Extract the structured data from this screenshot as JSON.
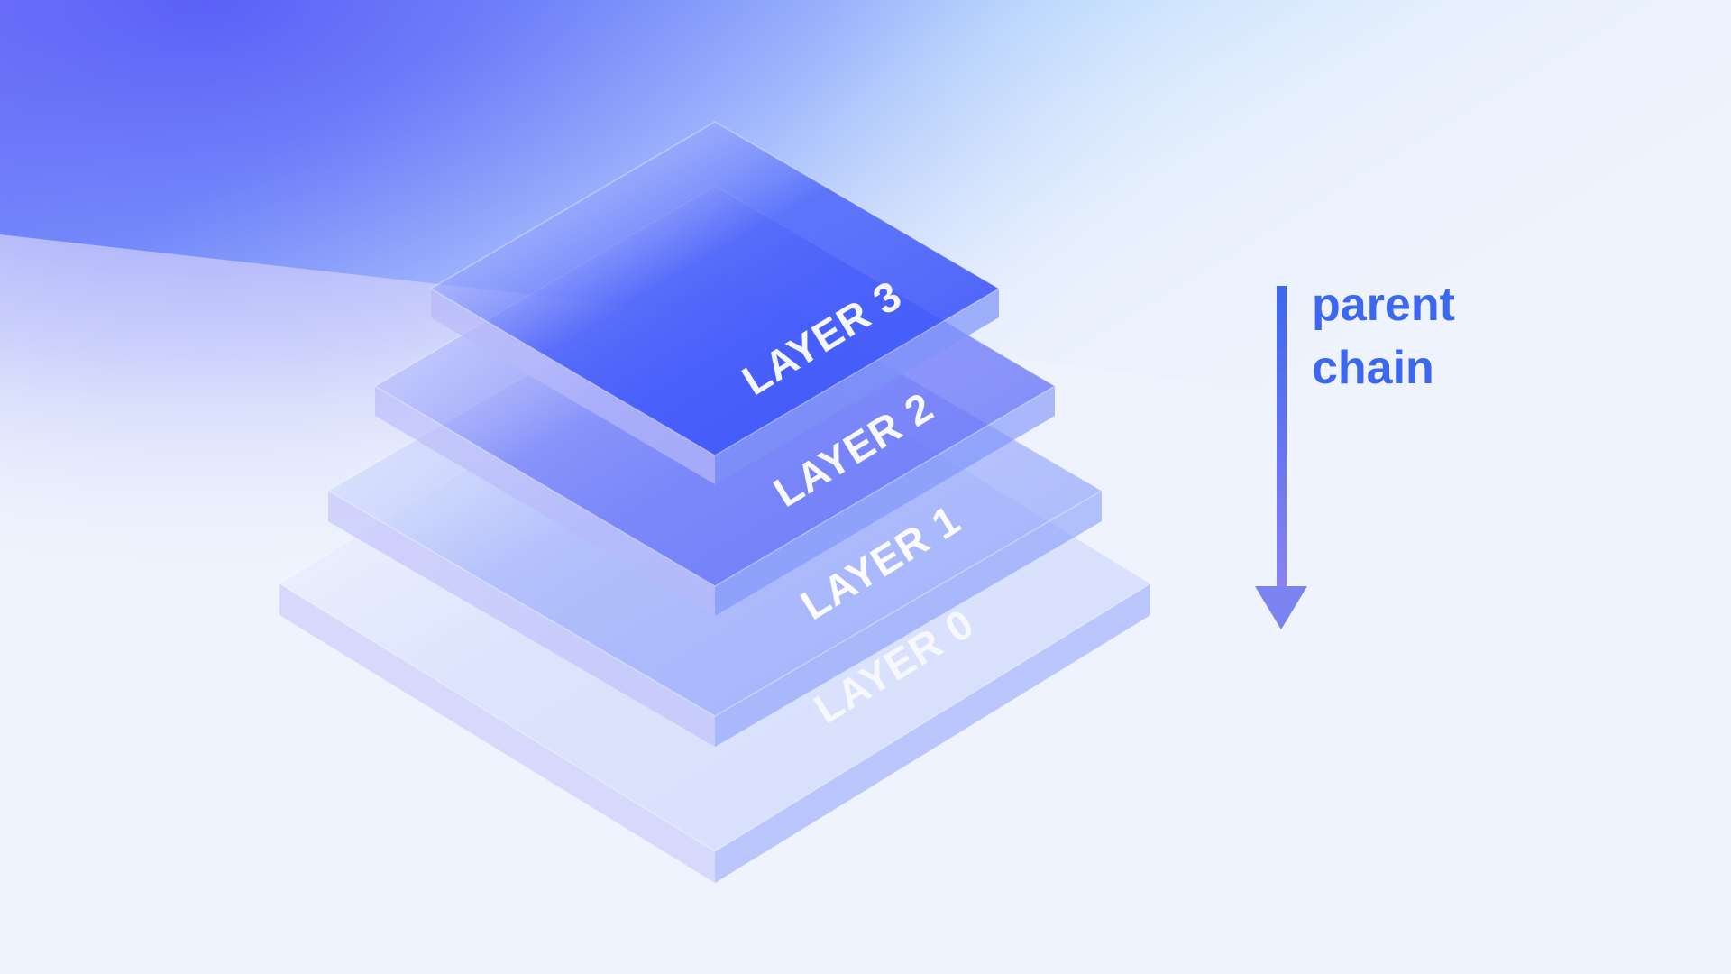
{
  "layers": [
    {
      "label": "LAYER 0",
      "top_color": "#c3cdfc",
      "top_alpha": 0.55
    },
    {
      "label": "LAYER 1",
      "top_color": "#8a9dfb",
      "top_alpha": 0.7
    },
    {
      "label": "LAYER 2",
      "top_color": "#6470f8",
      "top_alpha": 0.85
    },
    {
      "label": "LAYER 3",
      "top_color": "#3d56fa",
      "top_alpha": 1
    }
  ],
  "arrow": {
    "line1": "parent",
    "line2": "chain",
    "color": "#3d67ee",
    "arrow_color": "#7b83f0"
  }
}
